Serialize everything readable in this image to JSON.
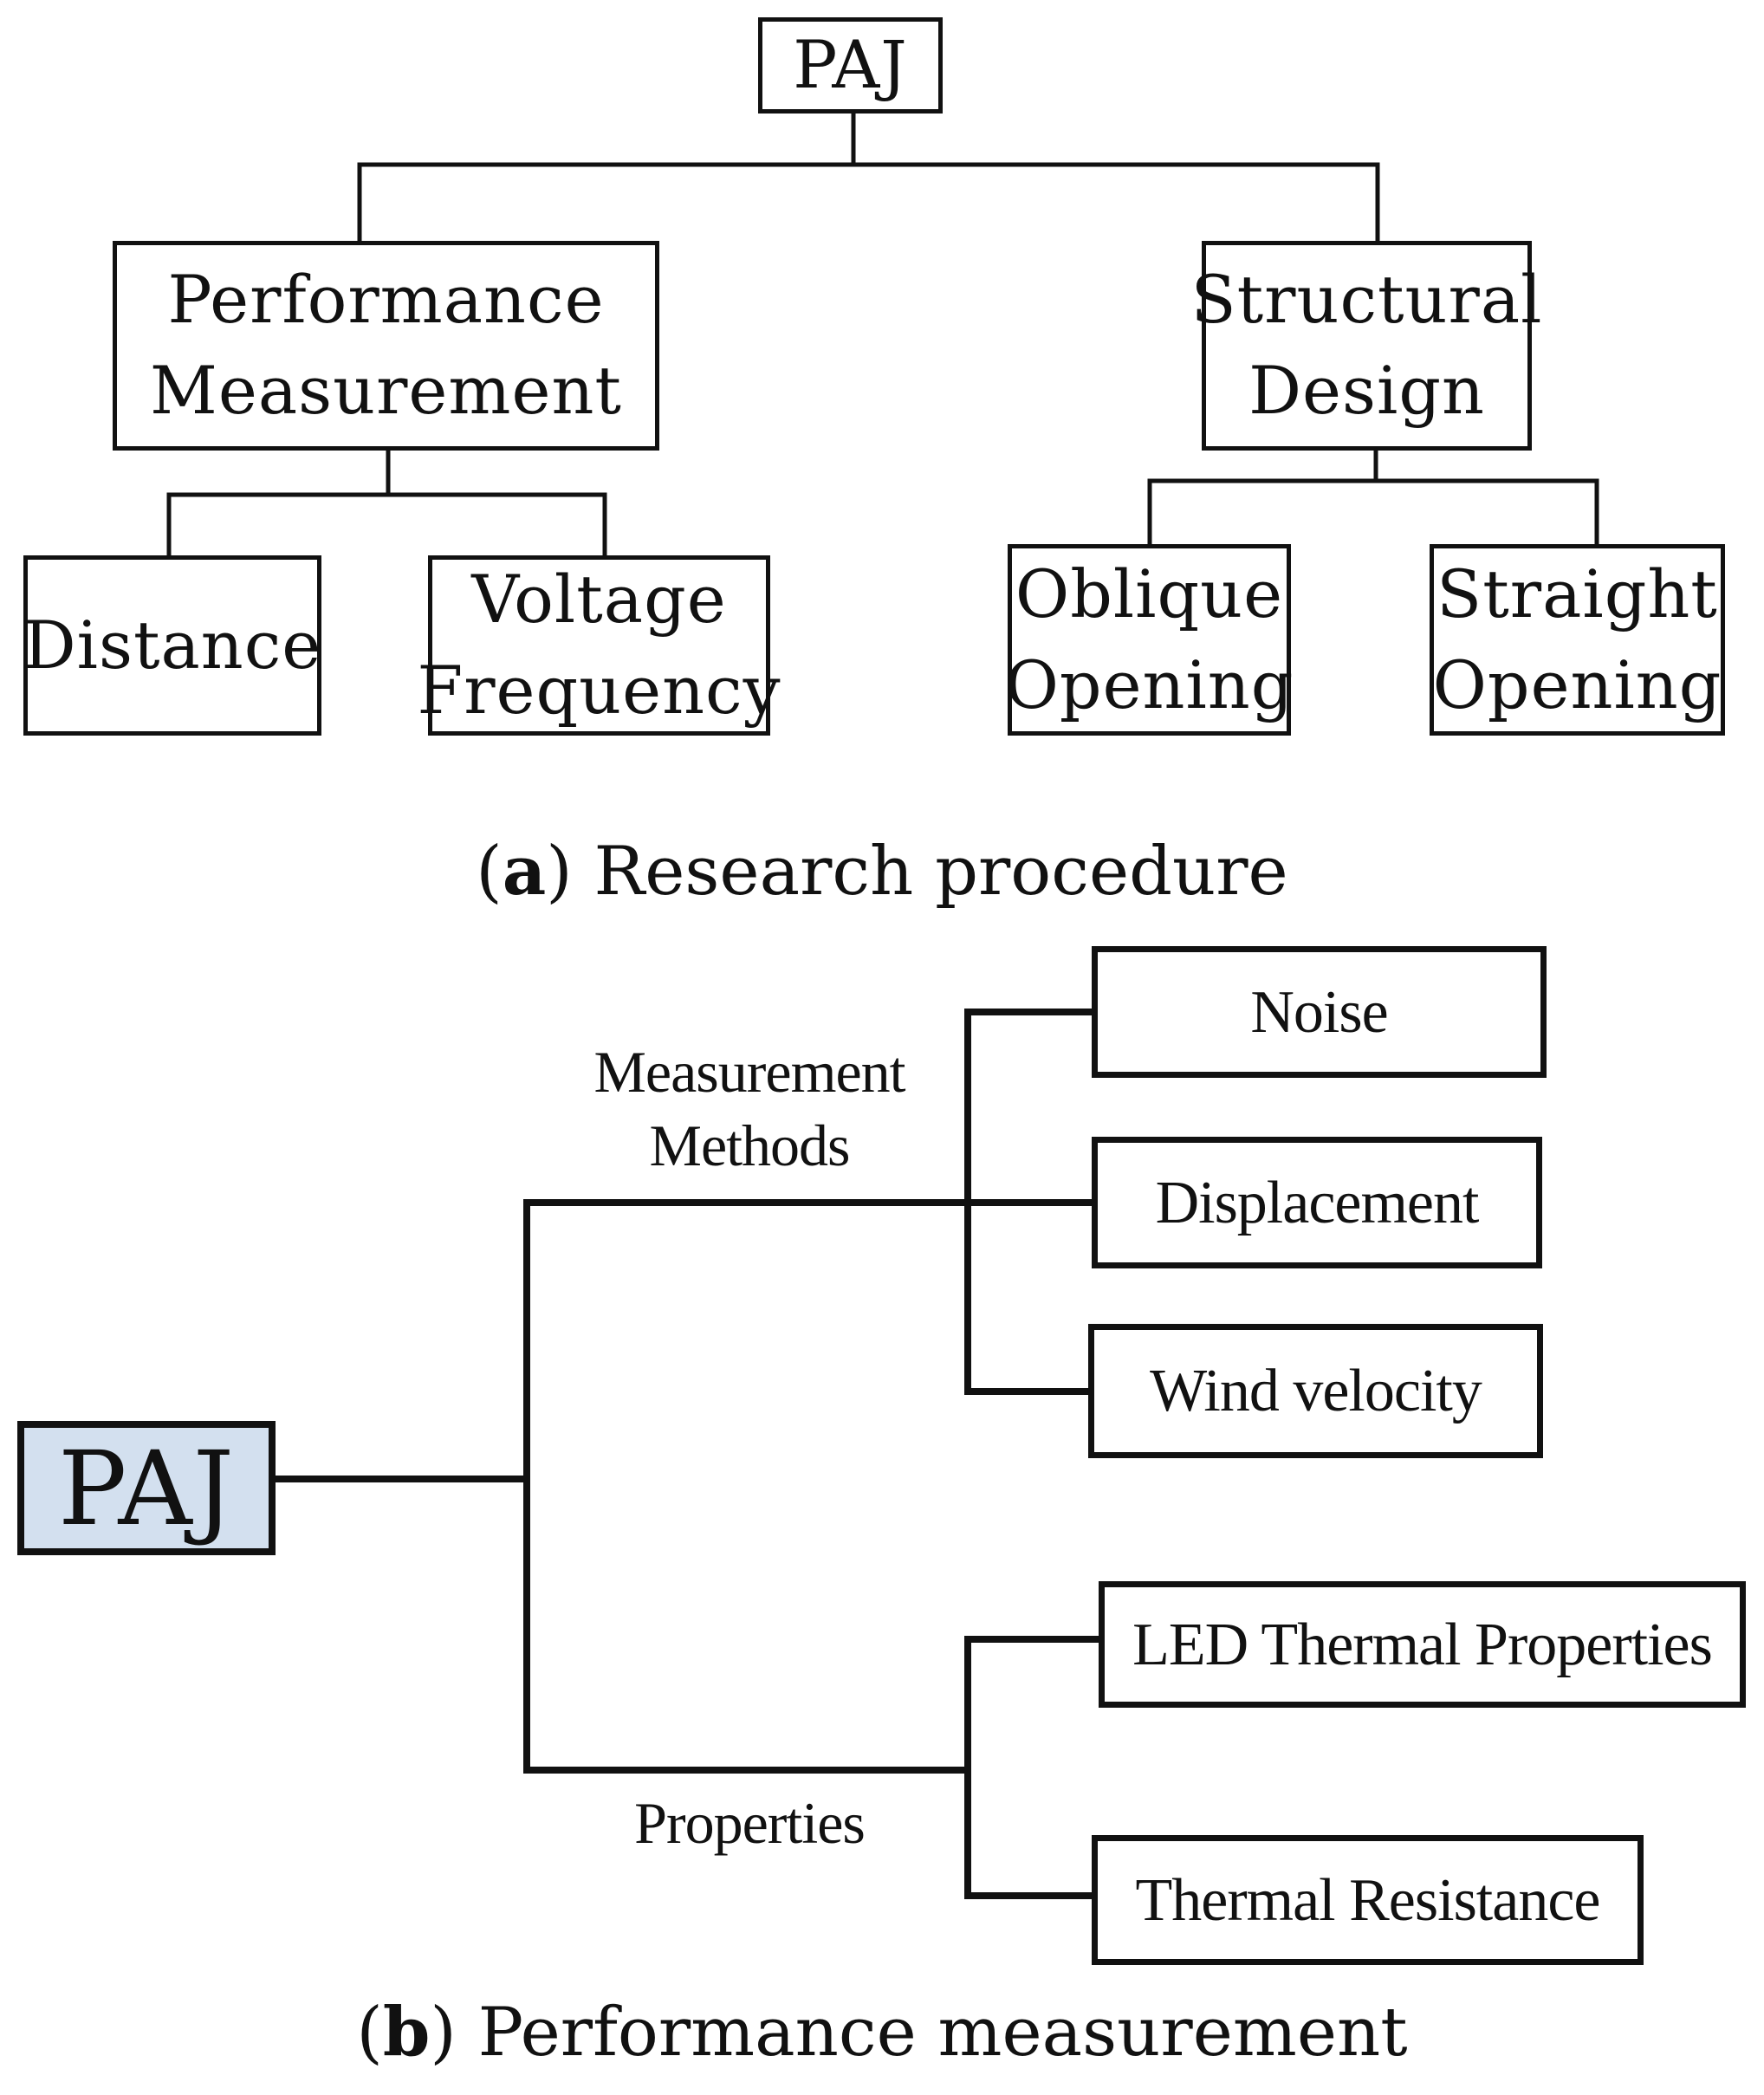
{
  "panel_a": {
    "caption_letter": "a",
    "caption_text": "Research procedure",
    "root": "PAJ",
    "performance_measurement": {
      "line1": "Performance",
      "line2": "Measurement",
      "children": {
        "distance": "Distance",
        "voltage_line1": "Voltage",
        "voltage_line2": "Frequency"
      }
    },
    "structural_design": {
      "line1": "Structural",
      "line2": "Design",
      "children": {
        "oblique_line1": "Oblique",
        "oblique_line2": "Opening",
        "straight_line1": "Straight",
        "straight_line2": "Opening"
      }
    }
  },
  "panel_b": {
    "caption_letter": "b",
    "caption_text": "Performance measurement",
    "root": "PAJ",
    "root_fill": "#d3e0ef",
    "measurement_methods": {
      "label_line1": "Measurement",
      "label_line2": "Methods",
      "items": [
        "Noise",
        "Displacement",
        "Wind velocity"
      ]
    },
    "properties": {
      "label": "Properties",
      "items": [
        "LED Thermal Properties",
        "Thermal Resistance"
      ]
    }
  }
}
